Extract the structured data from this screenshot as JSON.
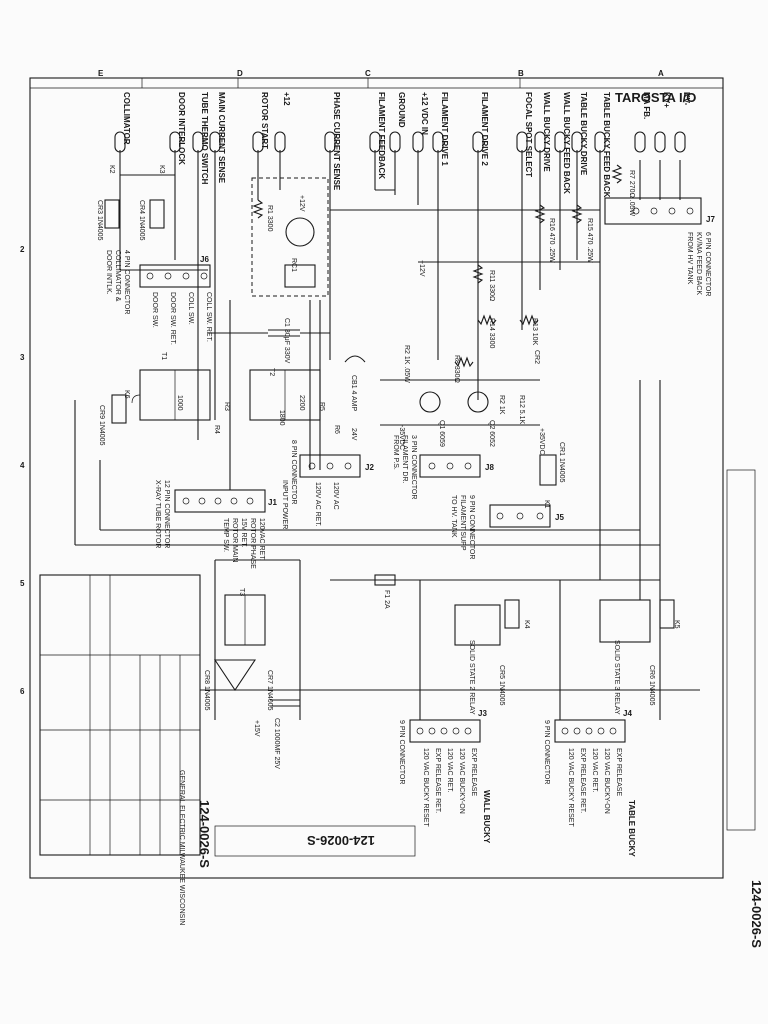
{
  "sheet": {
    "title": "TAROSTA I/O",
    "drawing_number": "124-0026-S",
    "company": "GENERAL ELECTRIC MILWAUKEE WISCONSIN",
    "column_letters": [
      "A",
      "B",
      "C",
      "D",
      "E"
    ],
    "row_numbers": [
      "2",
      "3",
      "4",
      "5",
      "6"
    ]
  },
  "left_signals": [
    "TABLE BUCKY FEED BACK",
    "KV-",
    "KV+",
    "MA FB.",
    "TABLE BUCKY DRIVE",
    "WALL BUCKY FEED BACK",
    "WALL BUCKY DRIVE",
    "FOCAL SPOT SELECT",
    "FILAMENT DRIVE 2",
    "FILAMENT DRIVE 1",
    "+12 VDC IN",
    "GROUND",
    "FILAMENT FEEDBACK",
    "PHASE CURRENT SENSE",
    "+12",
    "ROTOR START",
    "MAIN CURRENT SENSE",
    "TUBE THERMO SWITCH",
    "DOOR INTERLOCK",
    "COLLIMATOR"
  ],
  "connectors": {
    "j7": "J7",
    "j7_desc": [
      "6 PIN CONNECTOR",
      "KV/MA FEED BACK",
      "FROM HV TANK"
    ],
    "j6": "J6",
    "j6_desc": [
      "4 PIN CONNECTOR",
      "COLLIMATOR &",
      "DOOR INTLK."
    ],
    "j6_pins": [
      "DOOR SW.",
      "DOOR SW. RET.",
      "COLL SW.",
      "COLL SW. RET."
    ],
    "j8": "J8",
    "j8_desc": [
      "3 PIN CONNECTOR",
      "FILAMENT DR.",
      "FROM P.S."
    ],
    "j5": "J5",
    "j5_desc": [
      "9 PIN CONNECTOR",
      "FILAMENT SUPP",
      "TO HV. TANK"
    ],
    "j2": "J2",
    "j2_desc": [
      "8 PIN CONNECTOR",
      "INPUT POWER"
    ],
    "j2_pins": [
      "24V",
      "120V AC",
      "120V AC RET."
    ],
    "j1": "J1",
    "j1_desc": [
      "12 PIN CONNECTOR",
      "X-RAY TUBE ROTOR"
    ],
    "j1_pins": [
      "120VAC RET.",
      "ROTOR PHASE",
      "15V RET.",
      "ROTOR MAIN",
      "TEMP SW."
    ],
    "j3": "J3",
    "j3_desc": "9 PIN CONNECTOR",
    "j3_pins": [
      "EXP RELEASE",
      "120 VAC BUCKY-ON",
      "120 VAC RET.",
      "EXP RELEASE RET.",
      "120 VAC BUCKY RESET"
    ],
    "j3_tag": "WALL BUCKY",
    "j4": "J4",
    "j4_desc": "9 PIN CONNECTOR",
    "j4_pins": [
      "EXP RELEASE",
      "120 VAC BUCKY-ON",
      "120 VAC RET.",
      "EXP RELEASE RET.",
      "120 VAC BUCKY RESET"
    ],
    "j4_tag": "TABLE BUCKY"
  },
  "components": [
    "R7 270Ω .05W",
    "R15 470 .25W",
    "R16 470 .25W",
    "R11 330Ω",
    "R14 3300",
    "R13 10K",
    "CR2",
    "R12 5.1K",
    "R2 1K",
    "R8 330Ω",
    "R2 1K .05W",
    "Q1 6059",
    "Q2 6052",
    "C1 30μF 330V",
    "T2",
    "R1 3300",
    "RC1",
    "CR1 1N4005",
    "K1",
    "CB1 4 AMP",
    "T1",
    "R3",
    "R4",
    "R5",
    "R6",
    "1000",
    "2200",
    "1800",
    "K3",
    "K2",
    "CR3 1N4005",
    "CR4 1N4005",
    "K6",
    "CR9 1N4005",
    "+12V",
    "-35VDC",
    "+35VDC",
    "+12V",
    "F1 2A",
    "K4",
    "CR5 1N4005",
    "K5",
    "CR6 1N4005",
    "SOLID STATE 2 RELAY",
    "SOLID STATE 3 RELAY",
    "T3",
    "CR7 1N4005",
    "CR8 1N4005",
    "C2 1000MF 25V",
    "+15V"
  ]
}
